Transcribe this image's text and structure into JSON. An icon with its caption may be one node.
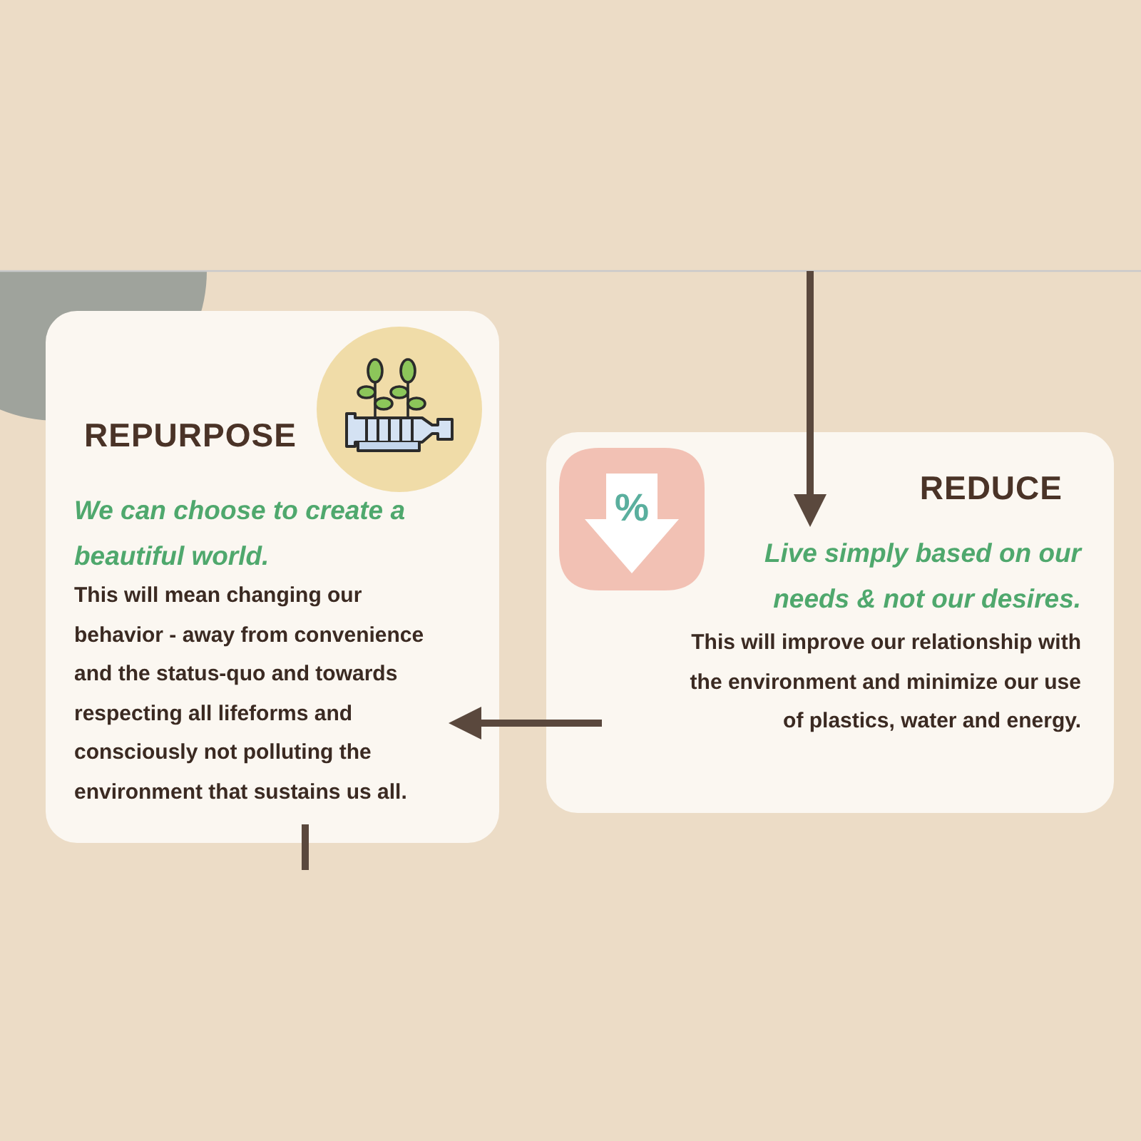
{
  "diagram": {
    "nodes": [
      {
        "text": [
          "REPURPOSE",
          "We can choose to create a beautiful world.",
          "This will mean changing our behavior - away from convenience and the status-quo and towards respecting all lifeforms and consciously not polluting the environment that sustains us all."
        ]
      },
      {
        "text": [
          "REDUCE",
          "Live simply based on our needs & not our desires.",
          "This will improve our relationship with the environment and minimize our use of plastics, water and energy."
        ]
      }
    ],
    "edges": [
      {
        "from": null,
        "to": 1,
        "arrow": "to"
      },
      {
        "from": 1,
        "to": 0,
        "arrow": "to"
      },
      {
        "from": 0,
        "to": null,
        "arrow": "none"
      }
    ],
    "labels": [
      "%"
    ]
  }
}
